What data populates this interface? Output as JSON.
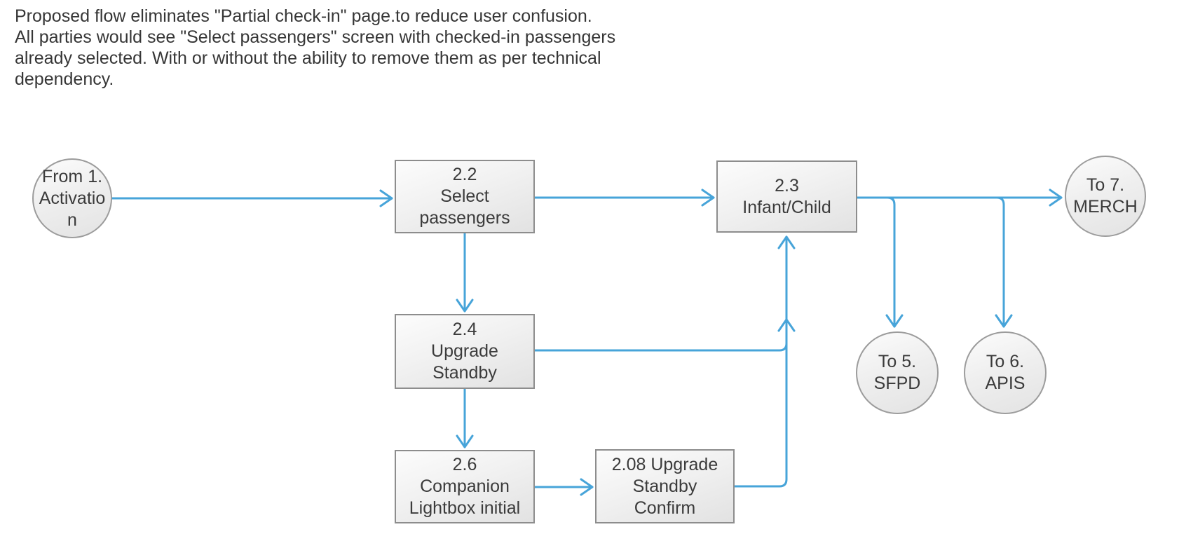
{
  "description": {
    "text": "Proposed flow eliminates \"Partial check-in\" page.to reduce user confusion.\nAll parties would see \"Select passengers\" screen with checked-in passengers\nalready selected. With or without the ability to remove them as per technical\ndependency."
  },
  "colors": {
    "connector": "#47a4d9",
    "box_border": "#8d8d8d",
    "circle_border": "#9c9c9c",
    "node_fill_top": "#fcfcfc",
    "node_fill_bottom": "#e2e2e2",
    "text": "#3b3b3b",
    "background": "#ffffff"
  },
  "nodes": {
    "activation": {
      "type": "circle",
      "label": "From 1.\nActivatio\nn"
    },
    "select_passengers": {
      "type": "box",
      "label": "2.2\nSelect\npassengers"
    },
    "infant_child": {
      "type": "box",
      "label": "2.3\nInfant/Child"
    },
    "upgrade_standby": {
      "type": "box",
      "label": "2.4\nUpgrade\nStandby"
    },
    "companion_lightbox": {
      "type": "box",
      "label": "2.6\nCompanion\nLightbox initial"
    },
    "upgrade_standby_confirm": {
      "type": "box",
      "label": "2.08 Upgrade\nStandby\nConfirm"
    },
    "sfpd": {
      "type": "circle",
      "label": "To 5.\nSFPD"
    },
    "apis": {
      "type": "circle",
      "label": "To 6.\nAPIS"
    },
    "merch": {
      "type": "circle",
      "label": "To 7.\nMERCH"
    }
  },
  "edges": [
    {
      "from": "activation",
      "to": "select_passengers"
    },
    {
      "from": "select_passengers",
      "to": "infant_child"
    },
    {
      "from": "select_passengers",
      "to": "upgrade_standby"
    },
    {
      "from": "upgrade_standby",
      "to": "infant_child"
    },
    {
      "from": "upgrade_standby",
      "to": "companion_lightbox"
    },
    {
      "from": "companion_lightbox",
      "to": "upgrade_standby_confirm"
    },
    {
      "from": "upgrade_standby_confirm",
      "to": "infant_child"
    },
    {
      "from": "infant_child",
      "to": "merch"
    },
    {
      "from": "infant_child",
      "to": "sfpd"
    },
    {
      "from": "infant_child",
      "to": "apis"
    }
  ]
}
